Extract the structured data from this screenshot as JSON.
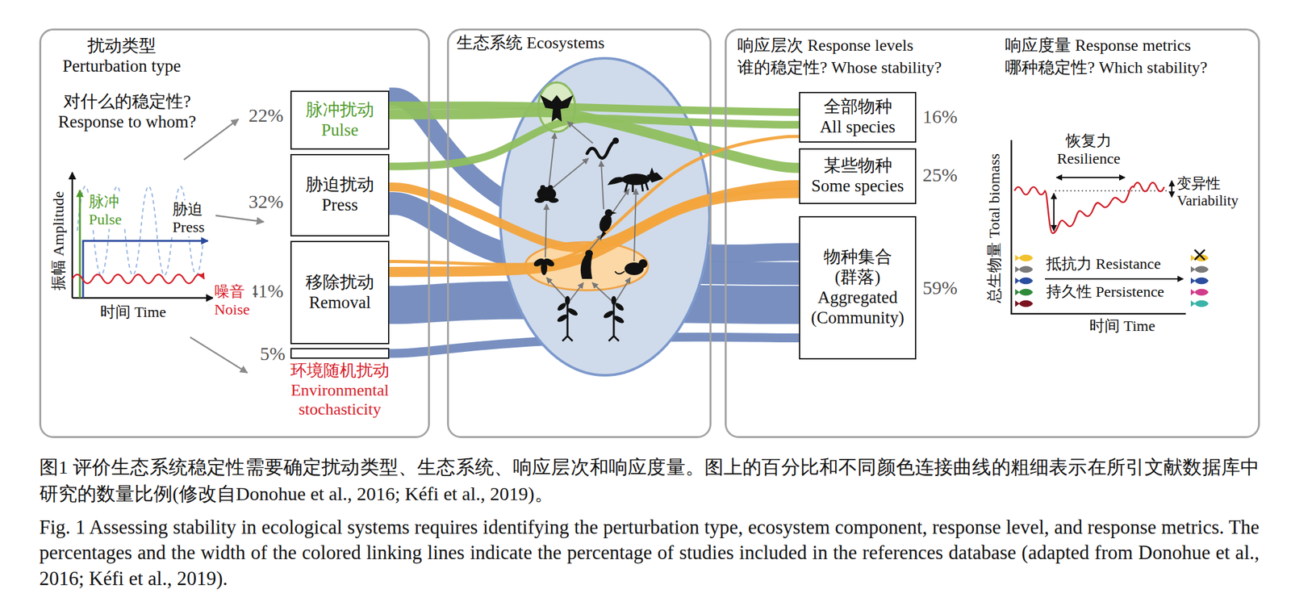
{
  "diagram": {
    "caption": "图1 评价生态系统稳定性需要确定扰动类型、生态系统、响应层次和响应度量。图上的百分比和不同颜色连接曲线的粗细表示在所引文献数据库中研究的数量比例(修改自Donohue et al., 2016; Kéfi et al., 2019)。",
    "nodes": [
      {
        "text": [
          "扰动类型 Perturbation type",
          "对什么的稳定性? Response to whom?"
        ]
      },
      {
        "text": [
          "脉冲扰动 Pulse"
        ],
        "in": 0
      },
      {
        "text": [
          "胁迫扰动 Press"
        ],
        "in": 0
      },
      {
        "text": [
          "移除扰动 Removal"
        ],
        "in": 0
      },
      {
        "text": [
          "环境随机扰动 Environmental stochasticity"
        ],
        "in": 0
      },
      {
        "text": [
          "生态系统 Ecosystems"
        ]
      },
      {
        "text": [
          "响应层次 Response levels",
          "谁的稳定性? Whose stability?",
          "响应度量 Response metrics",
          "哪种稳定性? Which stability?"
        ]
      },
      {
        "text": [
          "全部物种 All species"
        ],
        "in": 6
      },
      {
        "text": [
          "某些物种 Some species"
        ],
        "in": 6
      },
      {
        "text": [
          "物种集合 (群落) Aggregated (Community)"
        ],
        "in": 6
      }
    ],
    "edges": [
      {
        "from": 1,
        "to": 7,
        "arrow": "none"
      },
      {
        "from": 1,
        "to": 8,
        "arrow": "none"
      },
      {
        "from": 1,
        "to": 9,
        "arrow": "none"
      },
      {
        "from": 2,
        "to": 7,
        "arrow": "none"
      },
      {
        "from": 2,
        "to": 8,
        "arrow": "none"
      },
      {
        "from": 2,
        "to": 9,
        "arrow": "none"
      },
      {
        "from": 3,
        "to": 7,
        "arrow": "none"
      },
      {
        "from": 3,
        "to": 8,
        "arrow": "none"
      },
      {
        "from": 3,
        "to": 9,
        "arrow": "none"
      },
      {
        "from": 4,
        "to": 9,
        "arrow": "none"
      }
    ],
    "labels": [
      "22%",
      "32%",
      "41%",
      "5%",
      "16%",
      "25%",
      "59%",
      "振幅 Amplitude",
      "脉冲 Pulse",
      "胁迫 Press",
      "噪音 Noise",
      "时间 Time",
      "恢复力 Resilience",
      "变异性 Variability",
      "总生物量 Total biomass",
      "抵抗力 Resistance",
      "持久性 Persistence",
      "时间 Time",
      "Fig. 1 Assessing stability in ecological systems requires identifying the perturbation type, ecosystem component, response level, and response metrics. The percentages and the width of the colored linking lines indicate the percentage of studies included in the references database (adapted from Donohue et al., 2016; Kéfi et al., 2019)."
    ]
  }
}
